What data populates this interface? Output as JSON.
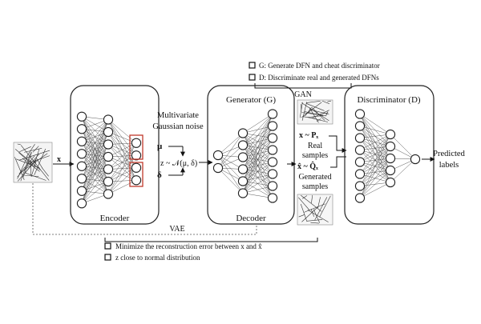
{
  "encoder": {
    "label": "Encoder",
    "input_var": "x"
  },
  "noise": {
    "line1": "Multivariate",
    "line2": "Gaussian noise"
  },
  "latent": {
    "mu": "μ",
    "delta": "δ",
    "z_expr": "z ~ 𝒩(μ, δ)"
  },
  "generator": {
    "title": "Generator (G)",
    "label": "Decoder"
  },
  "gan": {
    "label": "GAN",
    "checklist": [
      "G: Generate DFN and cheat discriminator",
      "D: Discriminate real and generated DFNs"
    ]
  },
  "samples": {
    "real_expr": "x ~ Pₓ",
    "real_label_1": "Real",
    "real_label_2": "samples",
    "gen_expr": "x̂ ~ Q̂ₓ",
    "gen_label_1": "Generated",
    "gen_label_2": "samples"
  },
  "discriminator": {
    "title": "Discriminator (D)"
  },
  "output": {
    "line1": "Predicted",
    "line2": "labels"
  },
  "vae": {
    "label": "VAE",
    "checklist": [
      "Minimize the reconstruction error between x and x̂",
      "z close to normal distribution"
    ]
  },
  "colors": {
    "highlight": "#c0392b",
    "stroke": "#222222"
  }
}
